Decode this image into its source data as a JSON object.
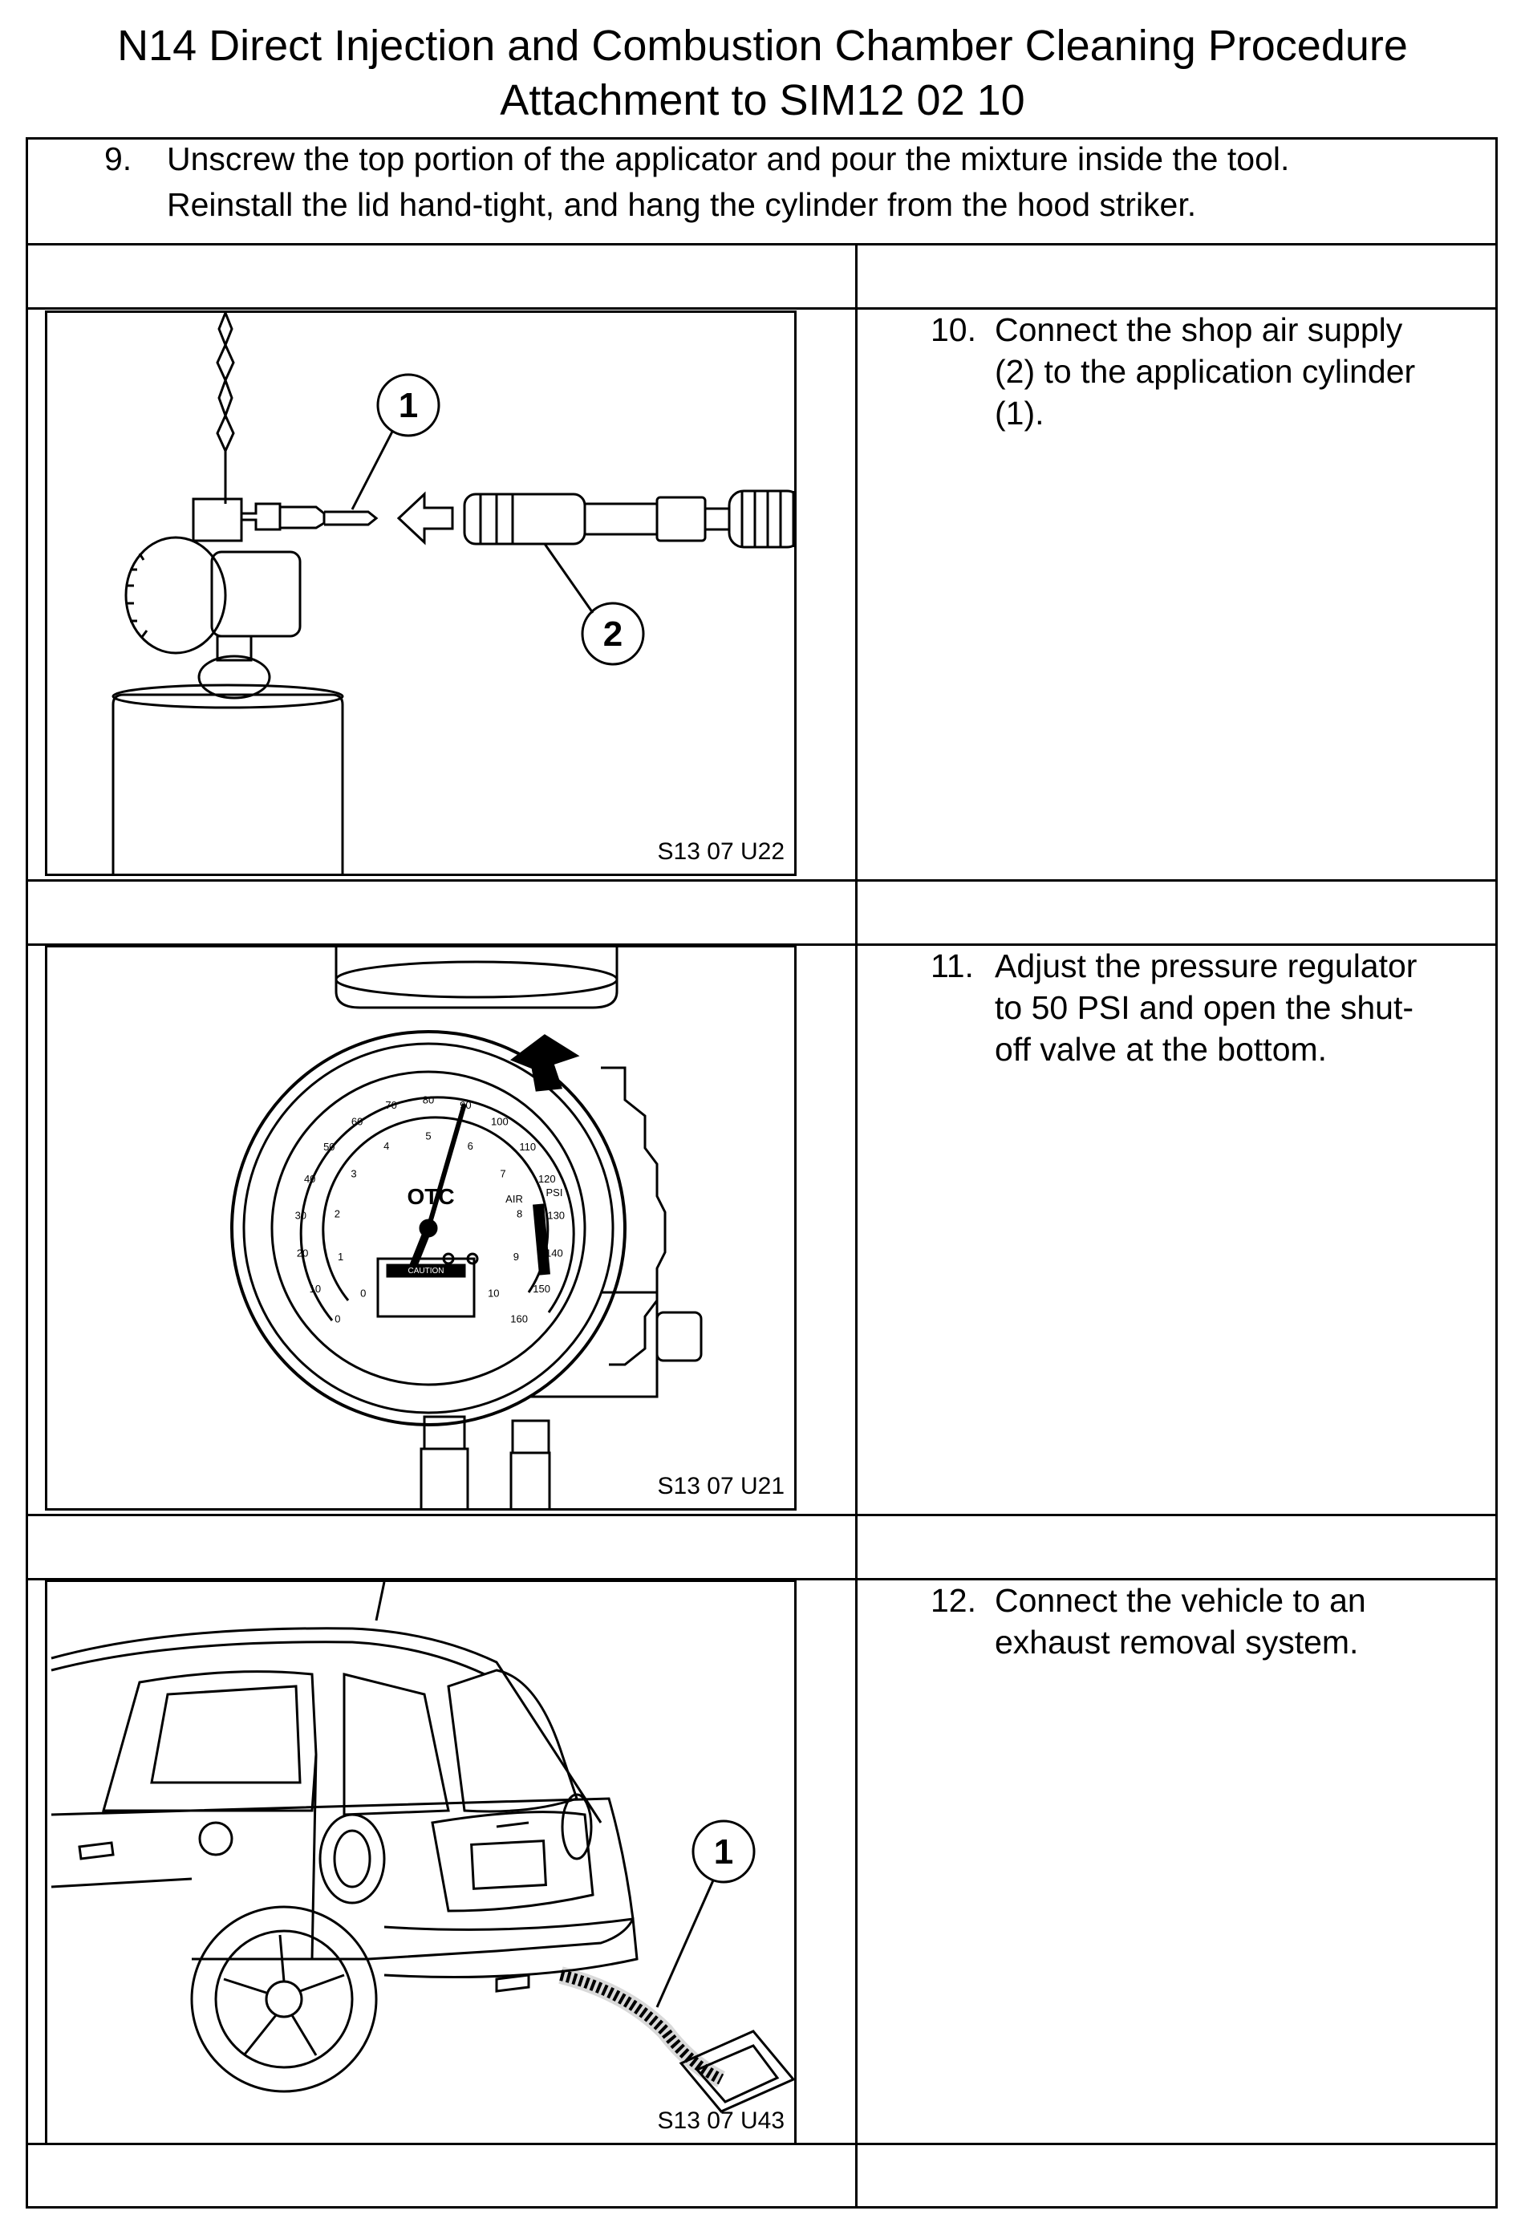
{
  "header": {
    "title": "N14 Direct Injection and Combustion Chamber Cleaning Procedure",
    "subtitle": "Attachment to SIM12 02 10"
  },
  "step9": {
    "number": "9.",
    "text_line1": "Unscrew the top portion of the applicator and pour the mixture inside the tool.",
    "text_line2": "Reinstall the lid hand-tight, and hang the cylinder from the hood striker."
  },
  "steps": [
    {
      "number": "10.",
      "lines": [
        "Connect the shop air supply",
        "(2) to the application cylinder",
        "(1)."
      ],
      "figure_code": "S13 07 U22",
      "callouts": [
        "1",
        "2"
      ]
    },
    {
      "number": "11.",
      "lines": [
        "Adjust the pressure regulator",
        "to 50 PSI and open the shut-",
        "off valve at the bottom."
      ],
      "figure_code": "S13 07 U21",
      "gauge": {
        "brand": "OTC",
        "psi_ticks": [
          "0",
          "10",
          "20",
          "30",
          "40",
          "50",
          "60",
          "70",
          "80",
          "90",
          "100",
          "110",
          "120",
          "130",
          "140",
          "150",
          "160"
        ],
        "bar_ticks": [
          "0",
          "1",
          "2",
          "3",
          "4",
          "5",
          "6",
          "7",
          "8",
          "9",
          "10"
        ],
        "unit_air": "AIR",
        "unit_psi": "PSI",
        "warning": "CAUTION"
      }
    },
    {
      "number": "12.",
      "lines": [
        "Connect the vehicle to an",
        "exhaust removal system."
      ],
      "figure_code": "S13 07 U43",
      "callouts": [
        "1"
      ]
    }
  ]
}
